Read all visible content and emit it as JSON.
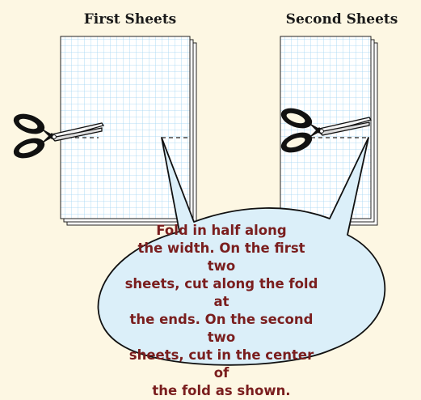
{
  "headings": {
    "first": "First Sheets",
    "second": "Second Sheets"
  },
  "callout": {
    "text": "Fold in half along\nthe width. On the first two\nsheets, cut along the fold at\nthe ends. On the second two\nsheets, cut in the center of\nthe fold as shown."
  },
  "colors": {
    "background": "#fdf7e3",
    "paper": "#ffffff",
    "grid": "#9fd3f3",
    "callout_fill": "#dbeff9",
    "callout_text": "#7a1e1e",
    "scissors_handle": "#111111"
  },
  "icons": {
    "tool": "scissors-icon"
  }
}
